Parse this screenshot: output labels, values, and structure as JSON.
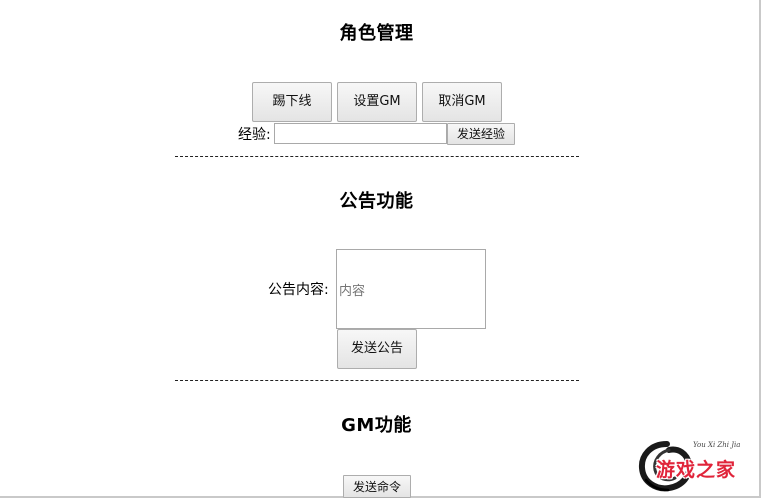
{
  "role_section": {
    "title": "角色管理",
    "kick_button": "踢下线",
    "set_gm_button": "设置GM",
    "cancel_gm_button": "取消GM",
    "exp_label": "经验:",
    "exp_value": "",
    "send_exp_button": "发送经验"
  },
  "notice_section": {
    "title": "公告功能",
    "content_label": "公告内容:",
    "content_placeholder": "内容",
    "send_notice_button": "发送公告"
  },
  "gm_section": {
    "title": "GM功能",
    "send_command_button": "发送命令"
  },
  "watermark": {
    "brand": "游戏之家",
    "script_text": "You Xi Zhi Jia",
    "brand_color": "#e0243a"
  }
}
